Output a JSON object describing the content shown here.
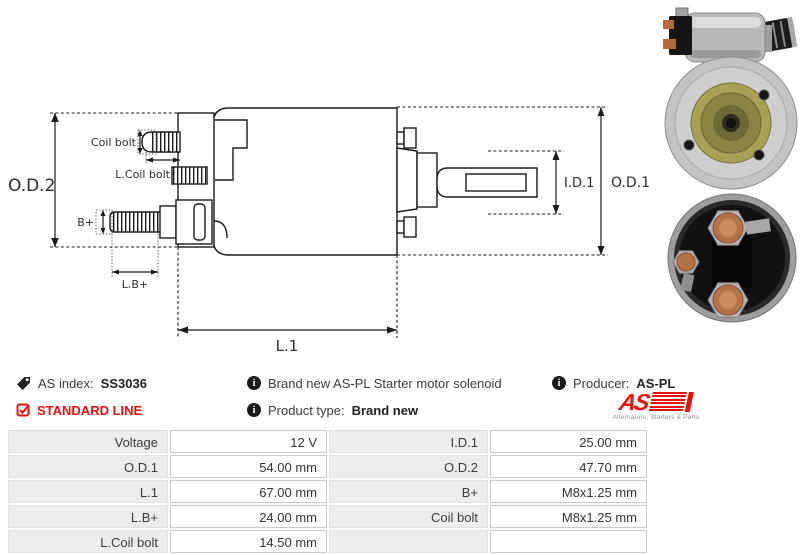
{
  "info": {
    "as_index_label": "AS index:",
    "as_index_value": "SS3036",
    "standard_line": "STANDARD LINE",
    "description": "Brand new AS-PL Starter motor solenoid",
    "product_type_label": "Product type:",
    "product_type_value": "Brand new",
    "producer_label": "Producer:",
    "producer_value": "AS-PL",
    "logo_text": "AS",
    "logo_subtext": "Alternators, Starters & Parts",
    "accent_red": "#e8110c"
  },
  "diagram": {
    "labels": {
      "od2": "O.D.2",
      "coil_bolt": "Coil bolt",
      "l_coil_bolt": "L.Coil bolt",
      "b_plus": "B+",
      "l_b_plus": "L.B+",
      "l1": "L.1",
      "id1": "I.D.1",
      "od1": "O.D.1"
    }
  },
  "photos": {
    "side_view": "solenoid-side-view-photo",
    "front_cap": "solenoid-front-cap-photo",
    "rear_terminals": "solenoid-rear-terminals-photo"
  },
  "table": {
    "left": [
      {
        "label": "Voltage",
        "value": "12 V"
      },
      {
        "label": "O.D.1",
        "value": "54.00 mm"
      },
      {
        "label": "L.1",
        "value": "67.00 mm"
      },
      {
        "label": "L.B+",
        "value": "24.00 mm"
      },
      {
        "label": "L.Coil bolt",
        "value": "14.50 mm"
      }
    ],
    "right": [
      {
        "label": "I.D.1",
        "value": "25.00 mm"
      },
      {
        "label": "O.D.2",
        "value": "47.70 mm"
      },
      {
        "label": "B+",
        "value": "M8x1.25 mm"
      },
      {
        "label": "Coil bolt",
        "value": "M8x1.25 mm"
      },
      {
        "label": "",
        "value": ""
      }
    ]
  }
}
